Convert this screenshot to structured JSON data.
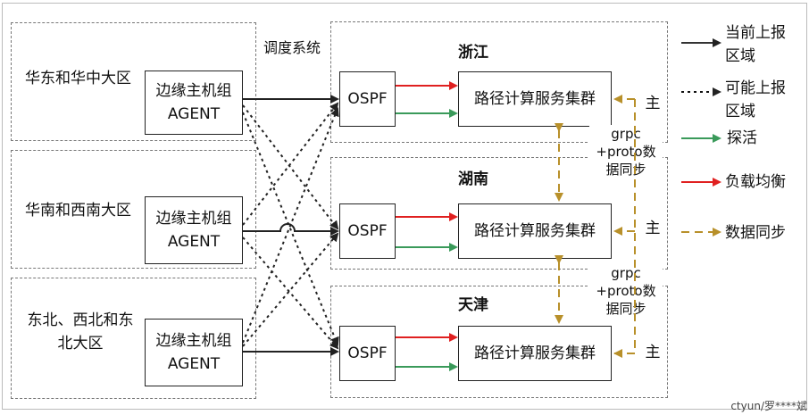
{
  "regions": [
    {
      "label": "华东和华中大区",
      "agent": "边缘主机组 AGENT"
    },
    {
      "label": "华南和西南大区",
      "agent": "边缘主机组 AGENT"
    },
    {
      "label": "东北、西北和东北大区",
      "agent": "边缘主机组 AGENT"
    }
  ],
  "scheduler_label": "调度系统",
  "datacenters": [
    {
      "name": "浙江",
      "ospf": "OSPF",
      "cluster": "路径计算服务集群",
      "role": "主"
    },
    {
      "name": "湖南",
      "ospf": "OSPF",
      "cluster": "路径计算服务集群",
      "role": "主"
    },
    {
      "name": "天津",
      "ospf": "OSPF",
      "cluster": "路径计算服务集群",
      "role": "主"
    }
  ],
  "sync_labels": [
    "grpc\n+proto数\n据同步",
    "grpc\n+proto数\n据同步"
  ],
  "legend": [
    {
      "label": "当前上报\n区域",
      "color": "#333333",
      "style": "solid"
    },
    {
      "label": "可能上报\n区域",
      "color": "#111111",
      "style": "dotted"
    },
    {
      "label": "探活",
      "color": "#3a9a5a",
      "style": "solid"
    },
    {
      "label": "负载均衡",
      "color": "#e02020",
      "style": "solid"
    },
    {
      "label": "数据同步",
      "color": "#b8902a",
      "style": "dashed"
    }
  ],
  "watermark": "ctyun/罗****斌"
}
